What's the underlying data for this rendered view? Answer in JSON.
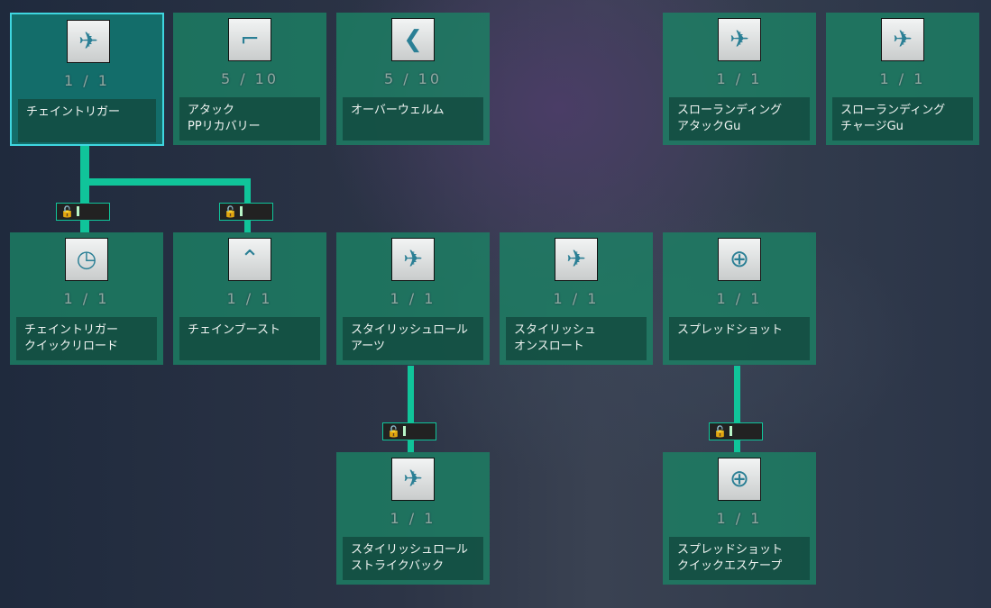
{
  "nodes": [
    {
      "id": "chain-trigger",
      "name": "チェイントリガー",
      "level": "1 / 1",
      "icon": "chain-icon",
      "selected": true
    },
    {
      "id": "attack-pp-recovery",
      "name": "アタック\nPPリカバリー",
      "level": "5 / 10",
      "icon": "pp-gun-icon"
    },
    {
      "id": "overwhelm",
      "name": "オーバーウェルム",
      "level": "5 / 10",
      "icon": "pp-overwhelm-icon"
    },
    {
      "id": "slow-landing-attack",
      "name": "スローランディング\nアタックGu",
      "level": "1 / 1",
      "icon": "slow-landing-icon"
    },
    {
      "id": "slow-landing-charge",
      "name": "スローランディング\nチャージGu",
      "level": "1 / 1",
      "icon": "slow-landing-charge-icon"
    },
    {
      "id": "chain-trigger-quick-reload",
      "name": "チェイントリガー\nクイックリロード",
      "level": "1 / 1",
      "icon": "chain-clock-icon"
    },
    {
      "id": "chain-boost",
      "name": "チェインブースト",
      "level": "1 / 1",
      "icon": "chain-boost-icon"
    },
    {
      "id": "stylish-roll-arts",
      "name": "スタイリッシュロール\nアーツ",
      "level": "1 / 1",
      "icon": "roll-arts-icon"
    },
    {
      "id": "stylish-onslaught",
      "name": "スタイリッシュ\nオンスロート",
      "level": "1 / 1",
      "icon": "onslaught-icon"
    },
    {
      "id": "spread-shot",
      "name": "スプレッドショット",
      "level": "1 / 1",
      "icon": "crosshair-icon"
    },
    {
      "id": "stylish-roll-strike-back",
      "name": "スタイリッシュロール\nストライクバック",
      "level": "1 / 1",
      "icon": "strike-back-icon"
    },
    {
      "id": "spread-shot-quick-escape",
      "name": "スプレッドショット\nクイックエスケープ",
      "level": "1 / 1",
      "icon": "crosshair-escape-icon"
    }
  ],
  "lock_count": "1"
}
